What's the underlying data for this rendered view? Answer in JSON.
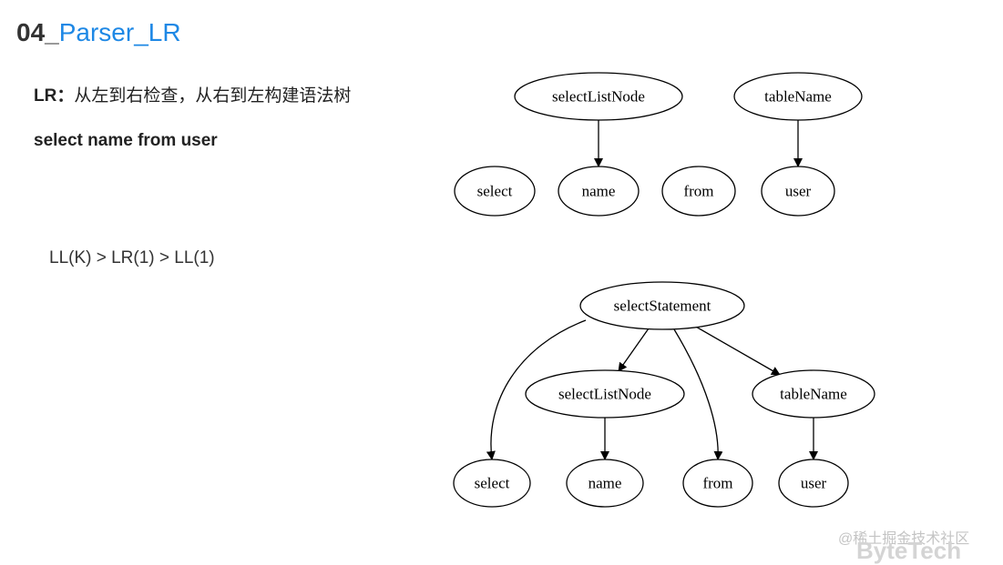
{
  "slide": {
    "number": "04_",
    "title": "Parser_LR",
    "lr_label": "LR：",
    "lr_desc": "从左到右检查，从右到左构建语法树",
    "query": "select name from user",
    "comparison": "LL(K) > LR(1) > LL(1)"
  },
  "diagram_top": {
    "nodes": {
      "selectListNode": "selectListNode",
      "tableName": "tableName",
      "select": "select",
      "name": "name",
      "from": "from",
      "user": "user"
    }
  },
  "diagram_bottom": {
    "nodes": {
      "selectStatement": "selectStatement",
      "selectListNode": "selectListNode",
      "tableName": "tableName",
      "select": "select",
      "name": "name",
      "from": "from",
      "user": "user"
    }
  },
  "footer": {
    "community": "@稀土掘金技术社区",
    "brand": "ByteTech"
  }
}
